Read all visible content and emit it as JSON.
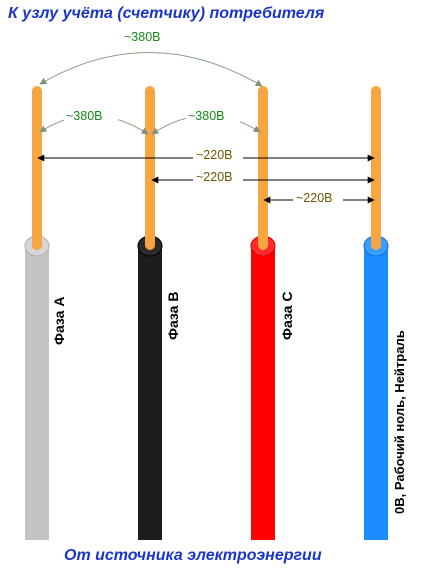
{
  "title_top": "К узлу учёта (счетчику) потребителя",
  "title_bottom": "От источника электроэнергии",
  "colors": {
    "title": "#1a35c8",
    "core": "#f7a541",
    "wire_a": "#c3c3c3",
    "wire_b": "#1d1d1d",
    "wire_c": "#ff0000",
    "wire_n": "#1b8cff",
    "arrow_380": "#8aa088",
    "arrow_220": "#000000",
    "text_380": "#138a13",
    "text_220": "#6b5a00"
  },
  "wires": [
    {
      "id": "a",
      "label": "Фаза А",
      "insulation": "gray"
    },
    {
      "id": "b",
      "label": "Фаза В",
      "insulation": "black"
    },
    {
      "id": "c",
      "label": "Фаза С",
      "insulation": "red"
    },
    {
      "id": "n",
      "label": "0В, Рабочий ноль, Нейтраль",
      "insulation": "blue"
    }
  ],
  "voltages": {
    "ac": "~380В",
    "ab": "~380В",
    "bc": "~380В",
    "an": "~220В",
    "bn": "~220В",
    "cn": "~220В"
  }
}
